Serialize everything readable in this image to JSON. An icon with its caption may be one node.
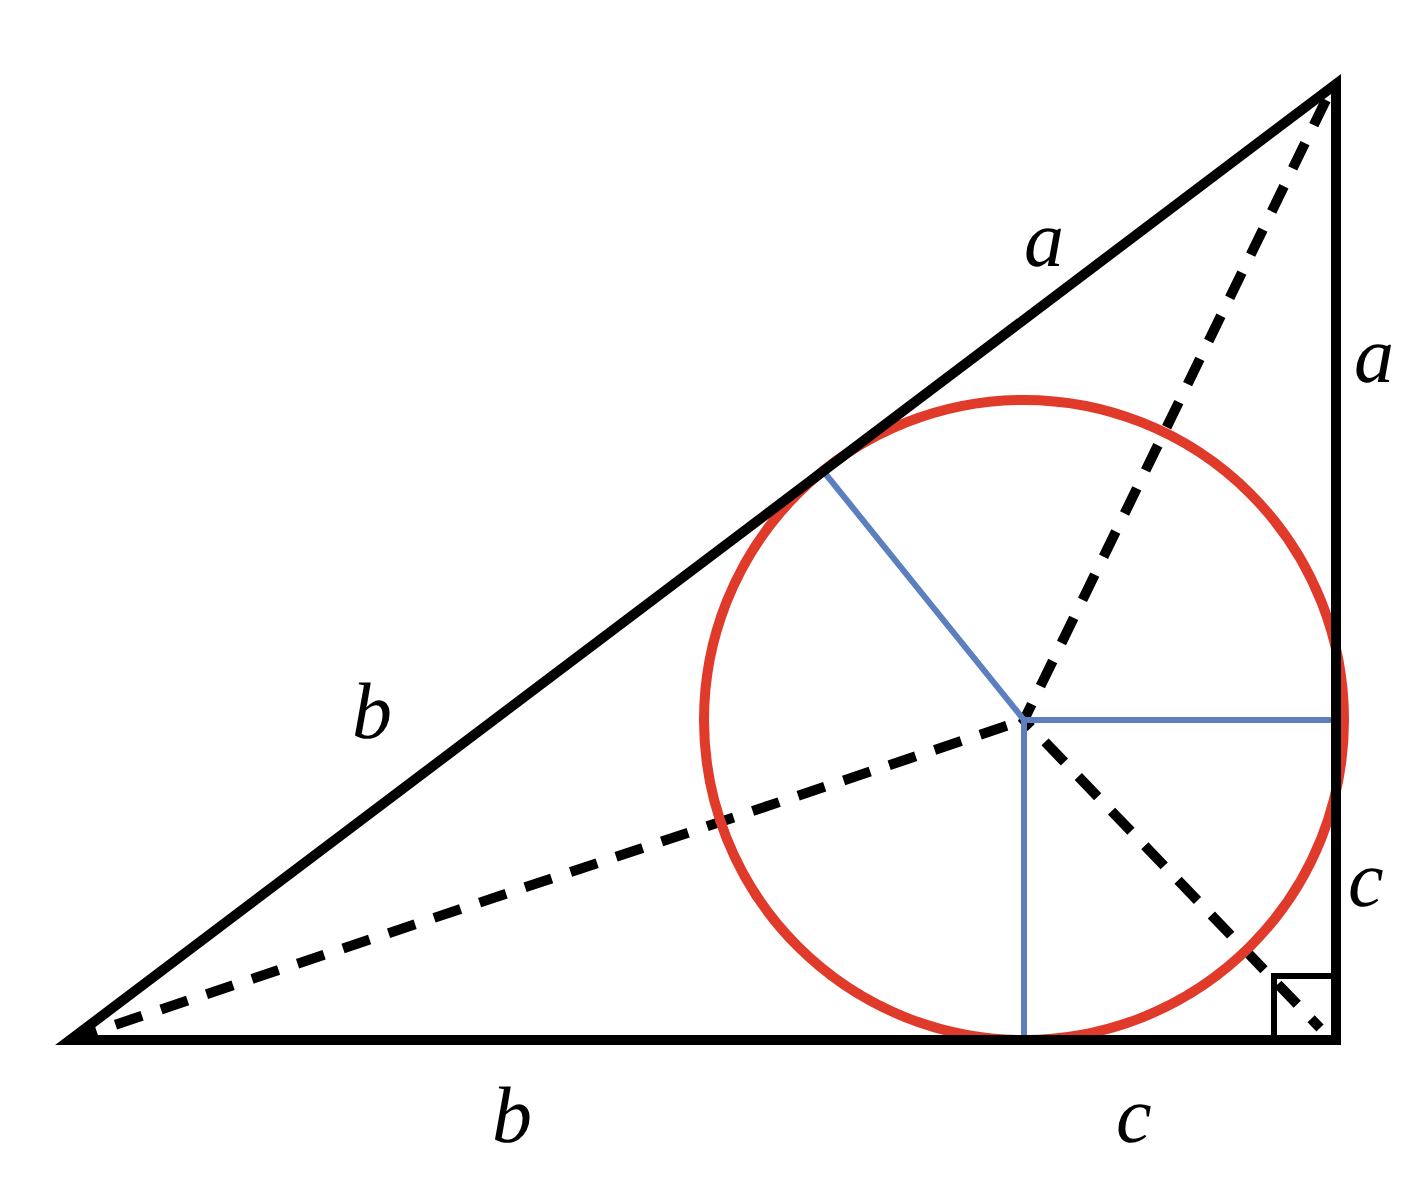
{
  "diagram": {
    "labels": [
      "a",
      "a",
      "b",
      "c",
      "b",
      "c"
    ]
  }
}
